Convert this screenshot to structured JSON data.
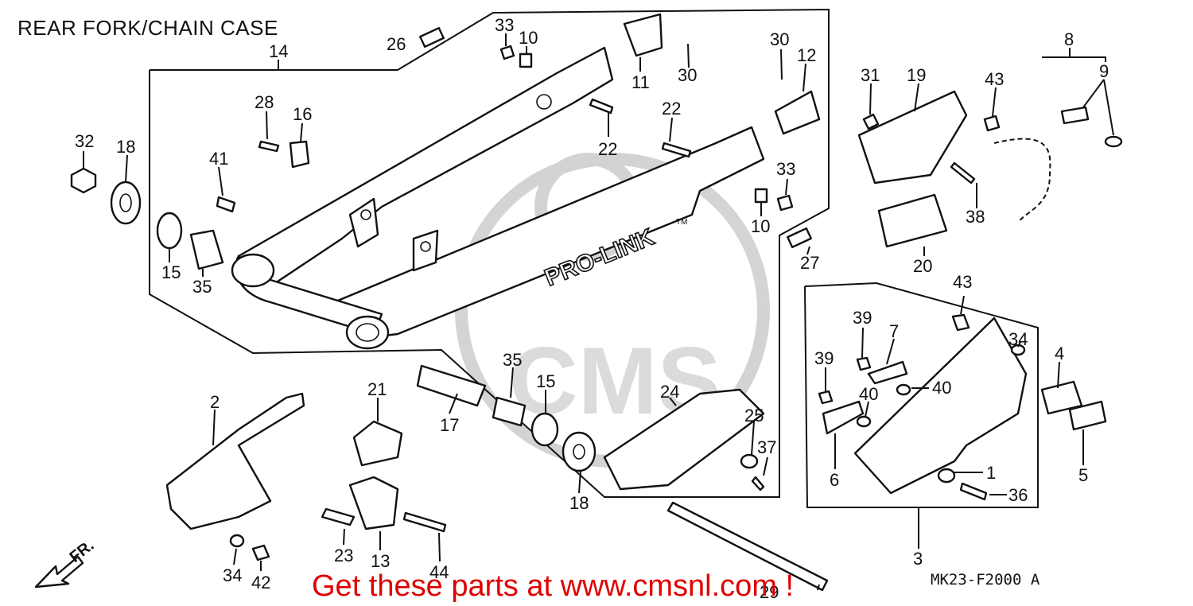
{
  "page": {
    "title": "REAR FORK/CHAIN CASE",
    "banner": "Get these parts at www.cmsnl.com !",
    "diagram_code": "MK23-F2000 A",
    "direction_label": "FR.",
    "swingarm_text": "PRO-LINK",
    "swingarm_tm": "TM",
    "watermark_text": "CMS"
  },
  "callouts": [
    {
      "n": "1"
    },
    {
      "n": "2"
    },
    {
      "n": "3"
    },
    {
      "n": "4"
    },
    {
      "n": "5"
    },
    {
      "n": "6"
    },
    {
      "n": "7"
    },
    {
      "n": "8"
    },
    {
      "n": "9"
    },
    {
      "n": "10"
    },
    {
      "n": "10"
    },
    {
      "n": "11"
    },
    {
      "n": "12"
    },
    {
      "n": "13"
    },
    {
      "n": "14"
    },
    {
      "n": "15"
    },
    {
      "n": "15"
    },
    {
      "n": "16"
    },
    {
      "n": "17"
    },
    {
      "n": "18"
    },
    {
      "n": "18"
    },
    {
      "n": "19"
    },
    {
      "n": "20"
    },
    {
      "n": "21"
    },
    {
      "n": "22"
    },
    {
      "n": "22"
    },
    {
      "n": "23"
    },
    {
      "n": "24"
    },
    {
      "n": "25"
    },
    {
      "n": "26"
    },
    {
      "n": "27"
    },
    {
      "n": "28"
    },
    {
      "n": "29"
    },
    {
      "n": "30"
    },
    {
      "n": "30"
    },
    {
      "n": "31"
    },
    {
      "n": "32"
    },
    {
      "n": "33"
    },
    {
      "n": "33"
    },
    {
      "n": "34"
    },
    {
      "n": "34"
    },
    {
      "n": "35"
    },
    {
      "n": "35"
    },
    {
      "n": "36"
    },
    {
      "n": "37"
    },
    {
      "n": "38"
    },
    {
      "n": "39"
    },
    {
      "n": "39"
    },
    {
      "n": "40"
    },
    {
      "n": "40"
    },
    {
      "n": "41"
    },
    {
      "n": "42"
    },
    {
      "n": "43"
    },
    {
      "n": "43"
    },
    {
      "n": "44"
    }
  ]
}
